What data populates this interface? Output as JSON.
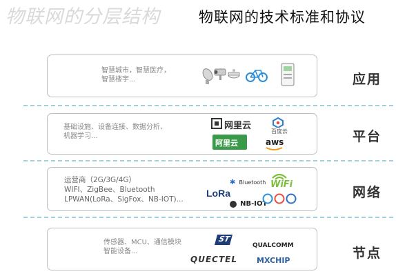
{
  "header": {
    "watermark": "物联网的分层结构",
    "title": "物联网的技术标准和协议"
  },
  "layers": {
    "application": {
      "label": "应用",
      "description_lines": [
        "智慧城市，智慧医疗，",
        "智慧楼宇..."
      ],
      "icons": [
        "lamp-icon",
        "camera-icon",
        "smoke-detector-icon",
        "bicycle-icon",
        "meter-icon"
      ]
    },
    "platform": {
      "label": "平台",
      "description_lines": [
        "基础设施、设备连接、数据分析、",
        "机器学习..."
      ],
      "logos": {
        "wanliyun": "网里云",
        "baiduyun": "百度云",
        "aliyun": "阿里云",
        "aws": "aws"
      }
    },
    "network": {
      "label": "网络",
      "description_lines": [
        "运营商（2G/3G/4G）",
        "WIFI、ZigBee、Bluetooth",
        "LPWAN(LoRa、SigFox、NB-IOT)..."
      ],
      "logos": {
        "wifi": "WiFi",
        "bluetooth": "Bluetooth",
        "lora": "LoRa",
        "nbiot": "NB-IOT"
      }
    },
    "node": {
      "label": "节点",
      "description_lines": [
        "传感器、MCU、通信模块",
        "智能设备..."
      ],
      "logos": {
        "st": "ST",
        "qualcomm": "QUALCOMM",
        "quectel": "QUECTEL",
        "mxchip": "MXCHIP"
      }
    }
  },
  "colors": {
    "divider": "#9fd0dc",
    "box_border": "#b9bfc4",
    "wifi_green": "#7cbf3a",
    "aws_orange": "#f39c12"
  }
}
